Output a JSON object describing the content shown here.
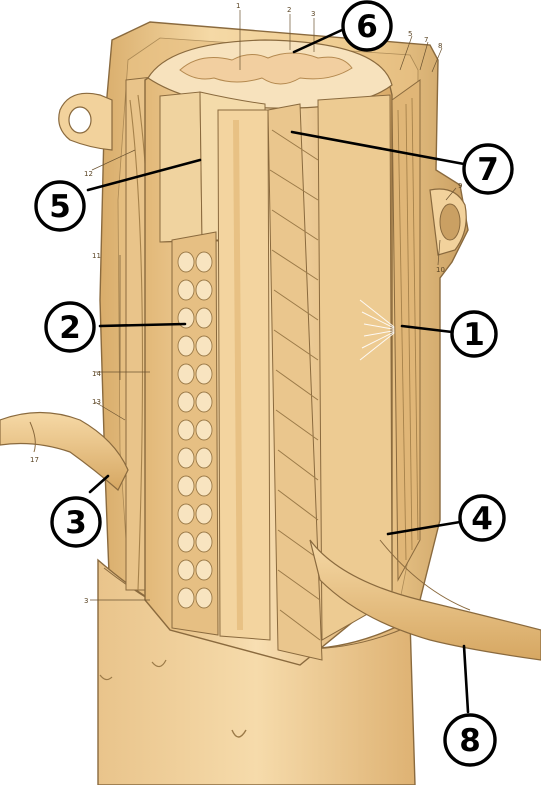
{
  "callouts": [
    {
      "id": "c1",
      "label": "1"
    },
    {
      "id": "c2",
      "label": "2"
    },
    {
      "id": "c3",
      "label": "3"
    },
    {
      "id": "c4",
      "label": "4"
    },
    {
      "id": "c5",
      "label": "5"
    },
    {
      "id": "c6",
      "label": "6"
    },
    {
      "id": "c7",
      "label": "7"
    },
    {
      "id": "c8",
      "label": "8"
    }
  ],
  "small_labels": [
    "1",
    "2",
    "3",
    "5",
    "7",
    "8",
    "9",
    "10",
    "11",
    "12",
    "13",
    "14",
    "17",
    "3"
  ],
  "colors": {
    "tissue_light": "#f7ddb0",
    "tissue_mid": "#e6bf83",
    "tissue_dark": "#c99a5c",
    "outline": "#8a6a3e",
    "callout_stroke": "#000000"
  }
}
